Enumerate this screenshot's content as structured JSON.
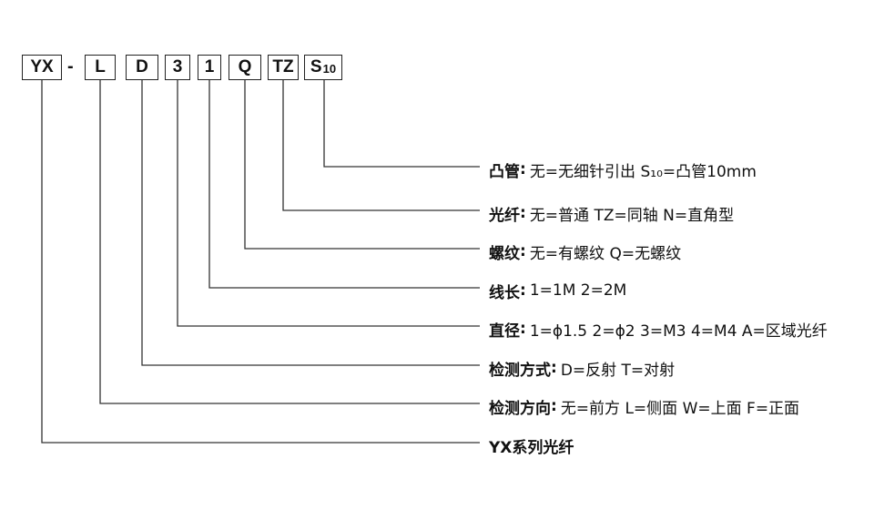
{
  "code": {
    "boxes": [
      {
        "id": "yx",
        "text": "YX"
      },
      {
        "id": "l",
        "text": "L"
      },
      {
        "id": "d",
        "text": "D"
      },
      {
        "id": "3",
        "text": "3"
      },
      {
        "id": "1",
        "text": "1"
      },
      {
        "id": "q",
        "text": "Q"
      },
      {
        "id": "tz",
        "text": "TZ"
      },
      {
        "id": "s10",
        "text": "S",
        "sub": "10"
      }
    ],
    "separator": "-"
  },
  "legend": [
    {
      "label": "凸管",
      "desc": "无=无细针引出  S₁₀=凸管10mm"
    },
    {
      "label": "光纤",
      "desc": "无=普通  TZ=同轴  N=直角型"
    },
    {
      "label": "螺纹",
      "desc": "无=有螺纹  Q=无螺纹"
    },
    {
      "label": "线长",
      "desc": "1=1M  2=2M"
    },
    {
      "label": "直径",
      "desc": "1=ϕ1.5  2=ϕ2  3=M3  4=M4  A=区域光纤"
    },
    {
      "label": "检测方式",
      "desc": "D=反射  T=对射"
    },
    {
      "label": "检测方向",
      "desc": "无=前方  L=侧面  W=上面  F=正面"
    },
    {
      "label": "YX系列光纤",
      "desc": ""
    }
  ],
  "colors": {
    "line": "#333333",
    "text": "#111111",
    "border": "#222222"
  }
}
